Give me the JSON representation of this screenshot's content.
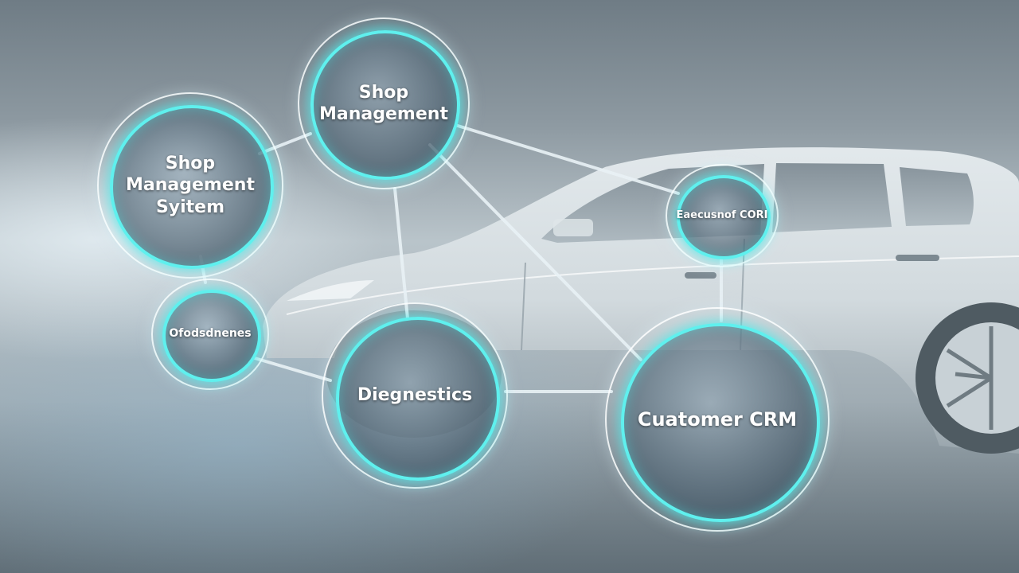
{
  "diagram": {
    "nodes": [
      {
        "id": "shop-management-top",
        "lines": [
          "Shop",
          "Management"
        ]
      },
      {
        "id": "shop-management-system",
        "lines": [
          "Shop",
          "Management",
          "Syitem"
        ]
      },
      {
        "id": "small-left-node",
        "lines": [
          "Ofodsdnenes"
        ]
      },
      {
        "id": "small-right-node",
        "lines": [
          "Eaecusnof CORI"
        ]
      },
      {
        "id": "diagnostics",
        "lines": [
          "Diegnestics"
        ]
      },
      {
        "id": "customer-crm",
        "lines": [
          "Cuatomer CRM"
        ]
      }
    ],
    "connections": [
      [
        "shop-management-system",
        "shop-management-top"
      ],
      [
        "shop-management-top",
        "small-right-node"
      ],
      [
        "shop-management-top",
        "diagnostics"
      ],
      [
        "shop-management-top",
        "customer-crm"
      ],
      [
        "shop-management-system",
        "small-left-node"
      ],
      [
        "small-left-node",
        "diagnostics"
      ],
      [
        "diagnostics",
        "customer-crm"
      ],
      [
        "small-right-node",
        "customer-crm"
      ]
    ],
    "accent_color": "#5ff0ee",
    "line_color": "#e9f2f6"
  }
}
